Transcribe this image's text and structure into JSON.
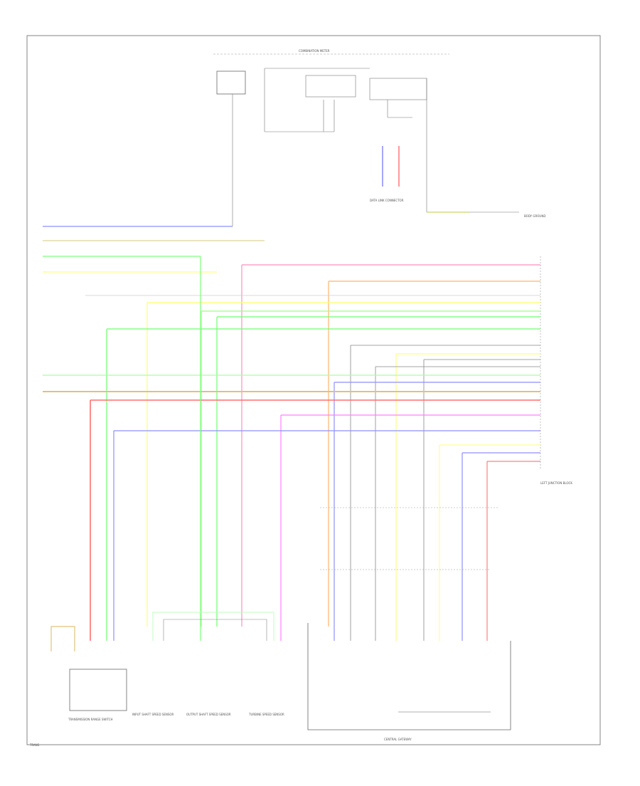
{
  "diagram": {
    "main_components": {
      "combination_meter": "COMBINATION METER",
      "central_gateway": "CENTRAL GATEWAY",
      "left_junction": "LEFT JUNCTION BLOCK",
      "bottom_left": "TRANSMISSION RANGE SWITCH",
      "bottom_2": "INPUT SHAFT SPEED SENSOR",
      "bottom_3": "OUTPUT SHAFT SPEED SENSOR",
      "bottom_4": "TURBINE SPEED SENSOR",
      "data_link": "DATA LINK CONNECTOR",
      "body_ground": "BODY GROUND"
    },
    "page_marker": "TRANS"
  }
}
